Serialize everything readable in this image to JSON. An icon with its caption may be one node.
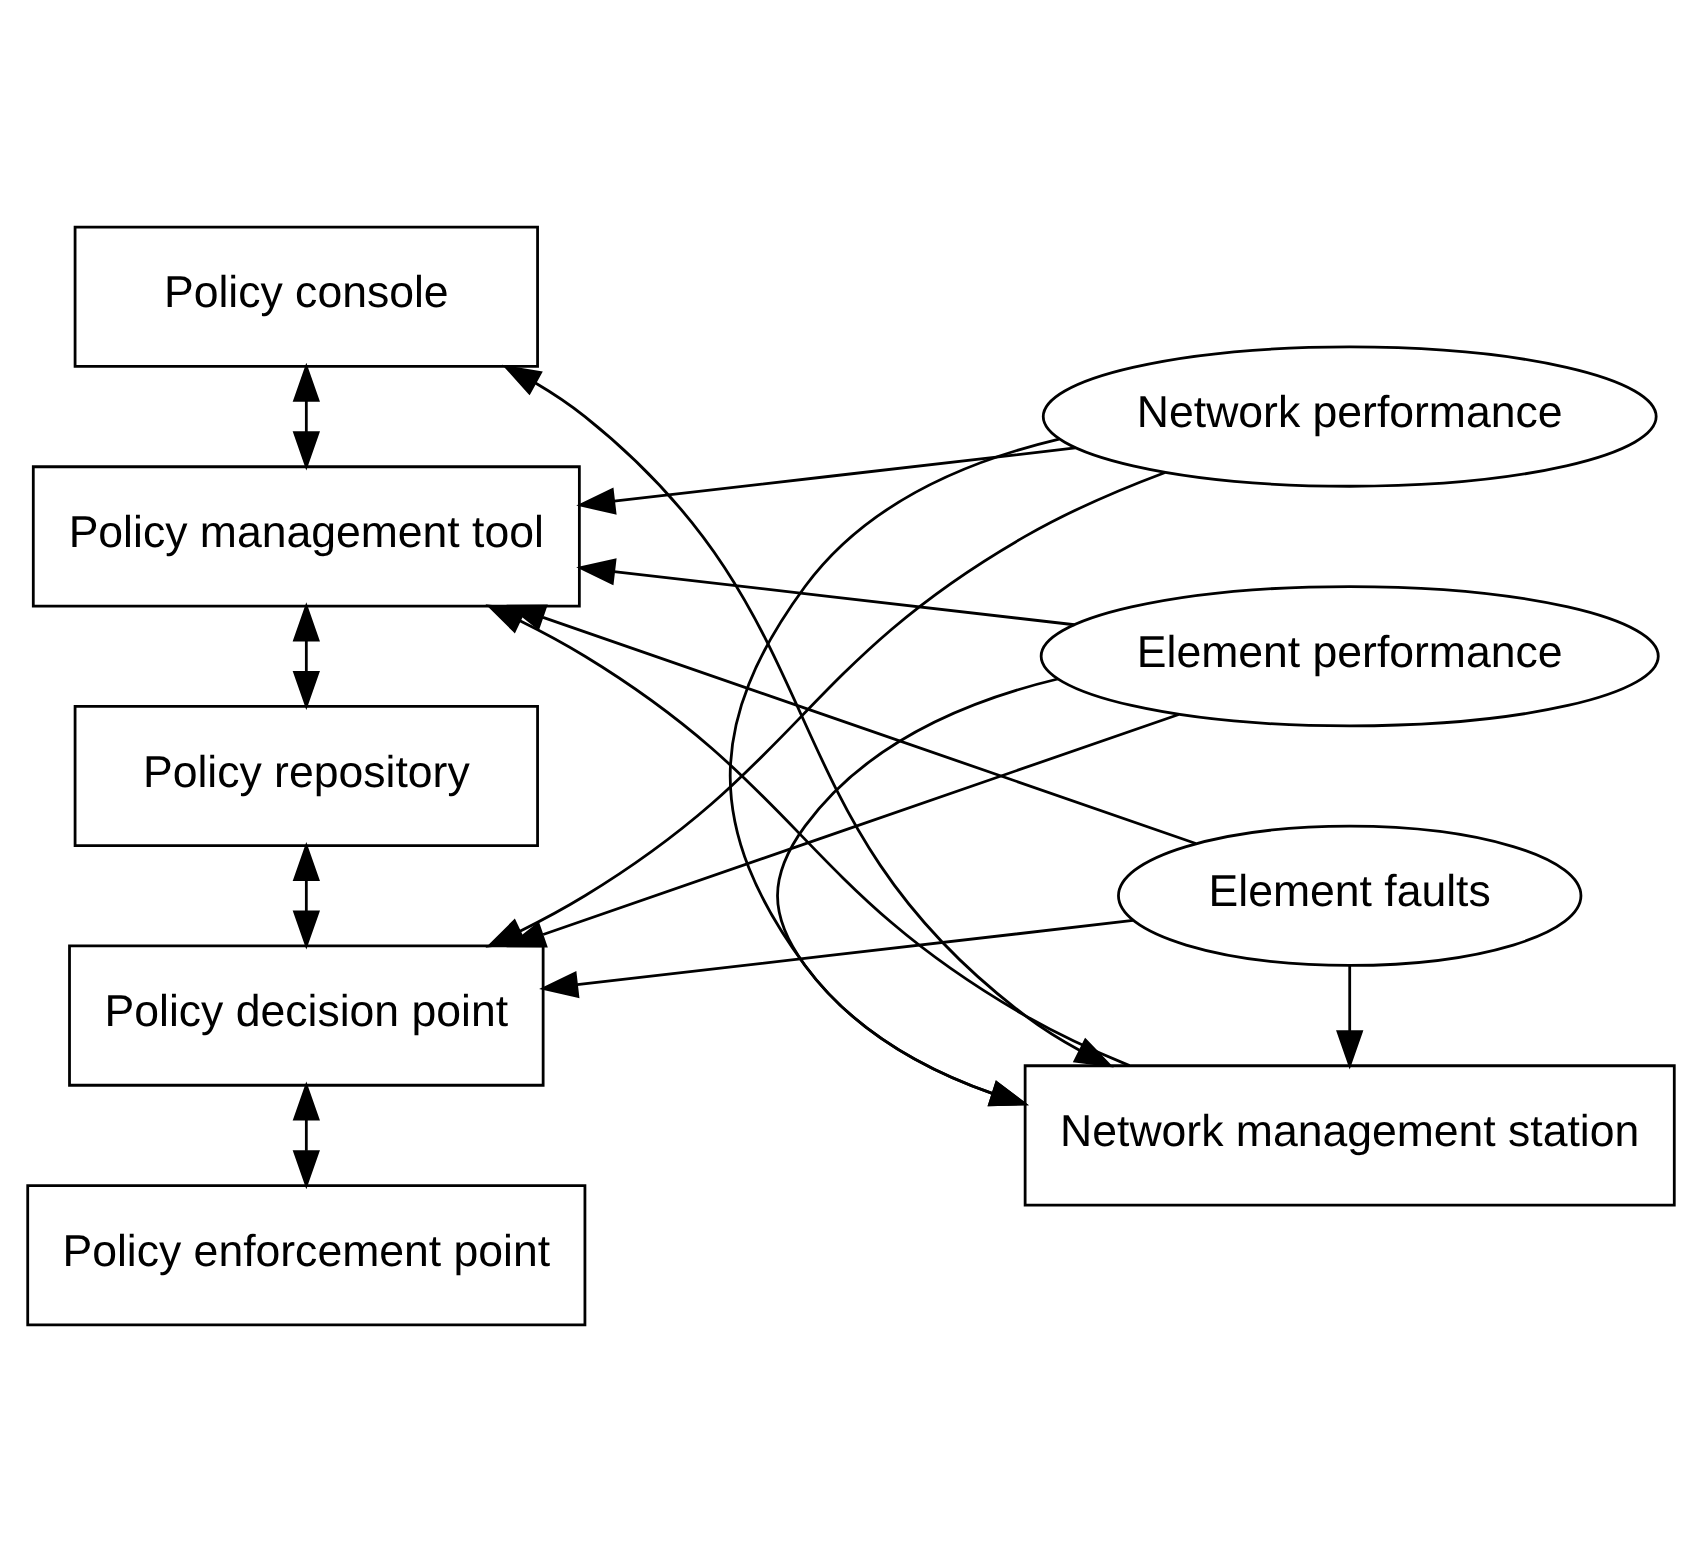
{
  "diagram": {
    "nodes": [
      {
        "text": [
          "Policy console"
        ]
      },
      {
        "text": [
          "Network management station"
        ]
      },
      {
        "text": [
          "Policy management tool"
        ]
      },
      {
        "text": [
          "Policy repository"
        ]
      },
      {
        "text": [
          "Policy decision point"
        ]
      },
      {
        "text": [
          "Policy enforcement point"
        ]
      },
      {
        "text": [
          "Network performance"
        ]
      },
      {
        "text": [
          "Element performance"
        ]
      },
      {
        "text": [
          "Element faults"
        ]
      }
    ],
    "edges": [
      {
        "from": 0,
        "to": 1,
        "arrow": "both"
      },
      {
        "from": 0,
        "to": 2,
        "arrow": "both"
      },
      {
        "from": 1,
        "to": 2,
        "arrow": "to"
      },
      {
        "from": 2,
        "to": 3,
        "arrow": "both"
      },
      {
        "from": 3,
        "to": 4,
        "arrow": "both"
      },
      {
        "from": 4,
        "to": 5,
        "arrow": "both"
      },
      {
        "from": 6,
        "to": 1,
        "arrow": "to"
      },
      {
        "from": 6,
        "to": 2,
        "arrow": "to"
      },
      {
        "from": 6,
        "to": 4,
        "arrow": "to"
      },
      {
        "from": 7,
        "to": 1,
        "arrow": "to"
      },
      {
        "from": 7,
        "to": 2,
        "arrow": "to"
      },
      {
        "from": 7,
        "to": 4,
        "arrow": "to"
      },
      {
        "from": 8,
        "to": 1,
        "arrow": "to"
      },
      {
        "from": 8,
        "to": 2,
        "arrow": "to"
      },
      {
        "from": 8,
        "to": 4,
        "arrow": "to"
      }
    ]
  }
}
